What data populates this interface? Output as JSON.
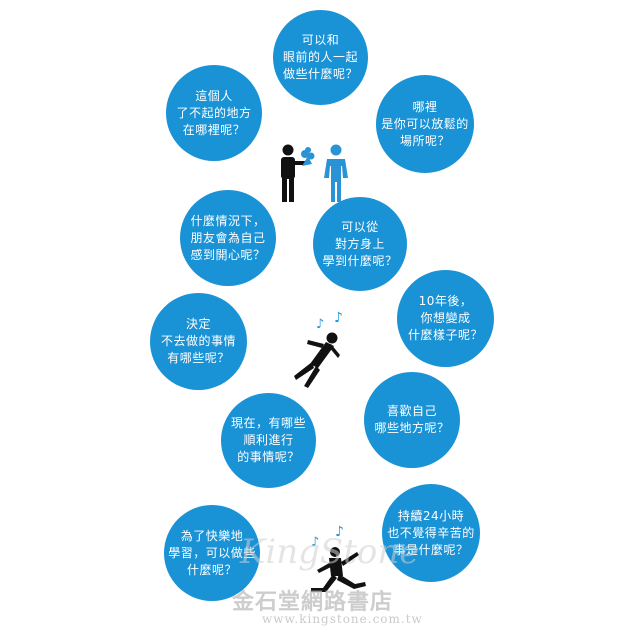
{
  "colors": {
    "bubble": "#1a92d6",
    "bubble_text": "#ffffff",
    "figure": "#111111",
    "figure_alt": "#2a93d5",
    "watermark": "#c9c9c9"
  },
  "questions": [
    {
      "lines": [
        "可以和",
        "眼前的人一起",
        "做些什麼呢？"
      ]
    },
    {
      "lines": [
        "這個人",
        "了不起的地方",
        "在哪裡呢？"
      ]
    },
    {
      "lines": [
        "哪裡",
        "是你可以放鬆的",
        "場所呢？"
      ]
    },
    {
      "lines": [
        "什麼情況下，",
        "朋友會為自己",
        "感到開心呢？"
      ]
    },
    {
      "lines": [
        "可以從",
        "對方身上",
        "學到什麼呢？"
      ]
    },
    {
      "lines": [
        "10年後，",
        "你想變成",
        "什麼樣子呢？"
      ]
    },
    {
      "lines": [
        "決定",
        "不去做的事情",
        "有哪些呢？"
      ]
    },
    {
      "lines": [
        "喜歡自己",
        "哪些地方呢？"
      ]
    },
    {
      "lines": [
        "現在，有哪些",
        "順利進行",
        "的事情呢？"
      ]
    },
    {
      "lines": [
        "持續24小時",
        "也不覺得辛苦的",
        "事是什麼呢？"
      ]
    },
    {
      "lines": [
        "為了快樂地",
        "學習，可以做些",
        "什麼呢？"
      ]
    }
  ],
  "illustrations": {
    "pair": "two-people-with-bouquet-icon",
    "floating": "floating-person-with-music-notes-icon",
    "jumping": "jumping-person-with-music-notes-icon"
  },
  "watermark": {
    "brand": "KingStone",
    "store": "金石堂網路書店",
    "url": "www.kingstone.com.tw"
  }
}
